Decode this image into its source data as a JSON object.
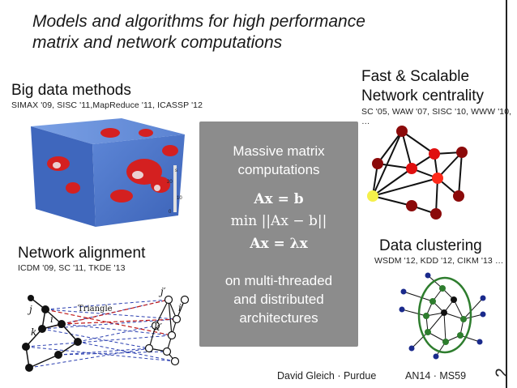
{
  "slide": {
    "title_line1": "Models and algorithms for high performance",
    "title_line2": "matrix and network computations",
    "page_number": "2"
  },
  "sections": {
    "big_data": {
      "title": "Big data methods",
      "citations": "SIMAX '09, SISC '11,MapReduce '11,  ICASSP '12",
      "axis_labels": [
        "s",
        "20",
        "10",
        "0"
      ]
    },
    "centrality": {
      "title_line1": "Fast & Scalable",
      "title_line2": "Network centrality",
      "citations": "SC '05, WAW '07, SISC '10, WWW '10, …"
    },
    "alignment": {
      "title": "Network alignment",
      "citations": "ICDM '09, SC '11, TKDE '13",
      "labels": {
        "j": "j",
        "i": "i",
        "k": "k",
        "triangle": "Triangle",
        "i_prime": "i′",
        "j_prime": "j′",
        "k_prime": "k′"
      }
    },
    "clustering": {
      "title": "Data clustering",
      "citations": "WSDM '12, KDD '12, CIKM '13 …"
    }
  },
  "center_box": {
    "line1": "Massive matrix",
    "line2": "computations",
    "eq1": "Ax = b",
    "eq2": "min ||Ax − b||",
    "eq3": "Ax = λx",
    "tail1": "on multi-threaded",
    "tail2": "and distributed",
    "tail3": "architectures"
  },
  "footer": {
    "author": "David Gleich · Purdue",
    "venue": "AN14 · MS59"
  },
  "colors": {
    "center_box": "#8c8c8c",
    "node_dark_red": "#8b0a0a",
    "node_red": "#e01010",
    "node_yellow": "#f5f04a",
    "cluster_green": "#2e7d2e",
    "node_blue": "#1a2a8c",
    "cube_blue": "#4a73c8",
    "cube_red": "#d42020"
  }
}
